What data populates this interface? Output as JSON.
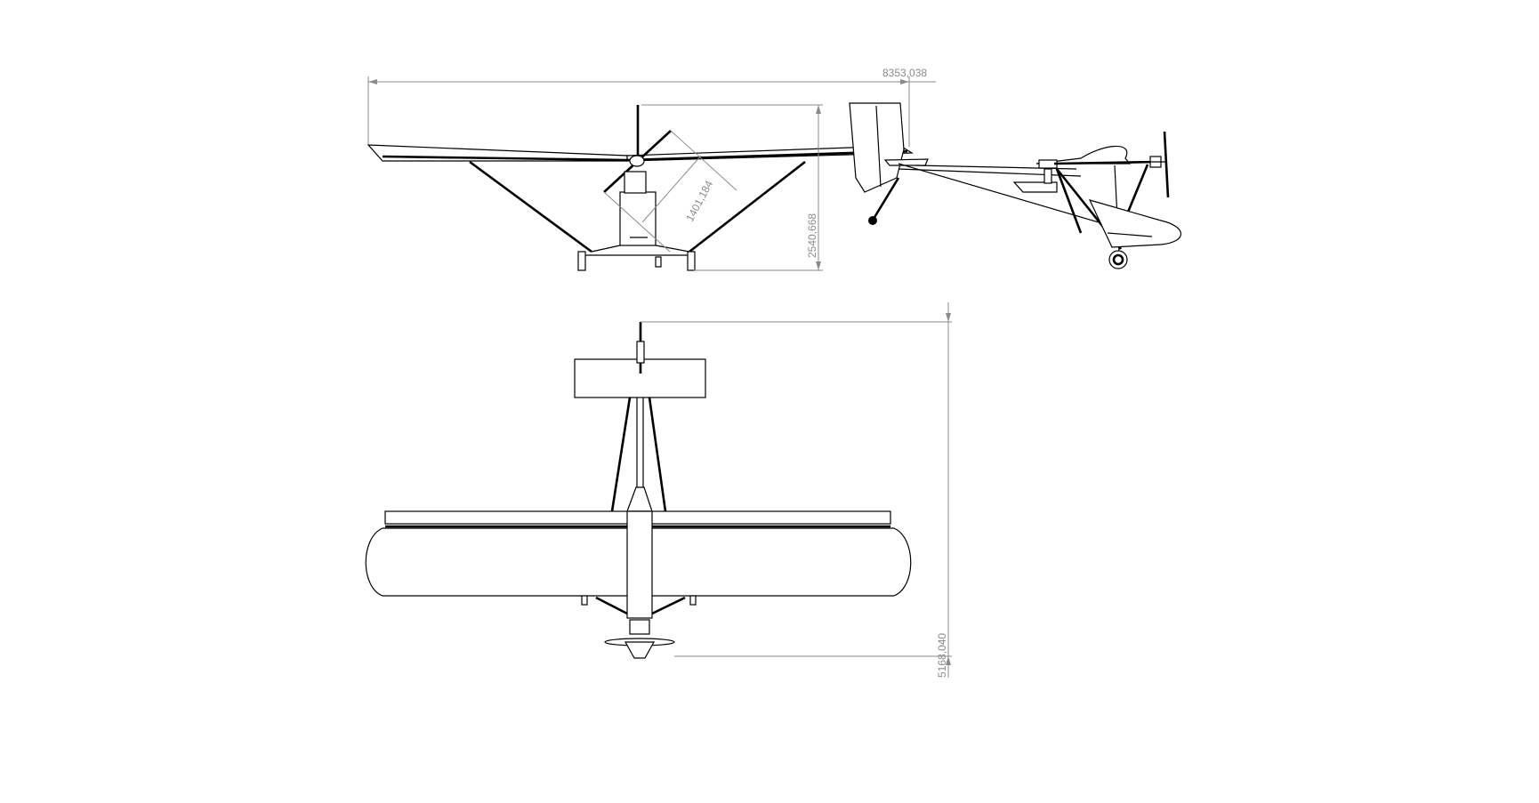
{
  "dimensions": {
    "overall_length": "8353,038",
    "propeller_diameter": "1401,184",
    "height": "2540,668",
    "wingspan": "5168,040"
  },
  "colors": {
    "line": "#000000",
    "dimension": "#8a8a8a",
    "background": "#ffffff"
  }
}
